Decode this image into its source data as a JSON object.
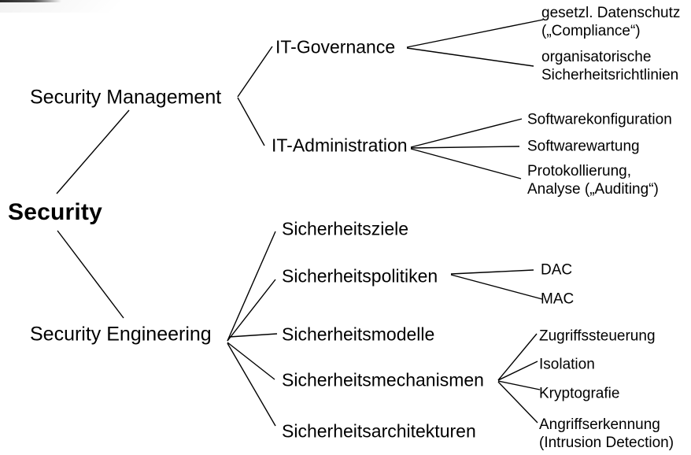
{
  "colors": {
    "background": "#ffffff",
    "text": "#000000",
    "line": "#000000"
  },
  "nodes": {
    "security": "Security",
    "security_management": "Security Management",
    "it_governance": "IT-Governance",
    "gesetzlicher_datenschutz": "gesetzl. Datenschutz\n(„Compliance“)",
    "organisatorische_richtlinien": "organisatorische\nSicherheitsrichtlinien",
    "it_administration": "IT-Administration",
    "softwarekonfiguration": "Softwarekonfiguration",
    "softwarewartung": "Softwarewartung",
    "protokollierung": "Protokollierung,\nAnalyse („Auditing“)",
    "security_engineering": "Security Engineering",
    "sicherheitsziele": "Sicherheitsziele",
    "sicherheitspolitiken": "Sicherheitspolitiken",
    "dac": "DAC",
    "mac": "MAC",
    "sicherheitsmodelle": "Sicherheitsmodelle",
    "sicherheitsmechanismen": "Sicherheitsmechanismen",
    "zugriffssteuerung": "Zugriffssteuerung",
    "isolation": "Isolation",
    "kryptografie": "Kryptografie",
    "angriffserkennung": "Angriffserkennung\n(Intrusion Detection)",
    "sicherheitsarchitekturen": "Sicherheitsarchitekturen"
  },
  "edges": [
    [
      "security",
      "security_management"
    ],
    [
      "security",
      "security_engineering"
    ],
    [
      "security_management",
      "it_governance"
    ],
    [
      "security_management",
      "it_administration"
    ],
    [
      "it_governance",
      "gesetzlicher_datenschutz"
    ],
    [
      "it_governance",
      "organisatorische_richtlinien"
    ],
    [
      "it_administration",
      "softwarekonfiguration"
    ],
    [
      "it_administration",
      "softwarewartung"
    ],
    [
      "it_administration",
      "protokollierung"
    ],
    [
      "security_engineering",
      "sicherheitsziele"
    ],
    [
      "security_engineering",
      "sicherheitspolitiken"
    ],
    [
      "security_engineering",
      "sicherheitsmodelle"
    ],
    [
      "security_engineering",
      "sicherheitsmechanismen"
    ],
    [
      "security_engineering",
      "sicherheitsarchitekturen"
    ],
    [
      "sicherheitspolitiken",
      "dac"
    ],
    [
      "sicherheitspolitiken",
      "mac"
    ],
    [
      "sicherheitsmechanismen",
      "zugriffssteuerung"
    ],
    [
      "sicherheitsmechanismen",
      "isolation"
    ],
    [
      "sicherheitsmechanismen",
      "kryptografie"
    ],
    [
      "sicherheitsmechanismen",
      "angriffserkennung"
    ]
  ]
}
